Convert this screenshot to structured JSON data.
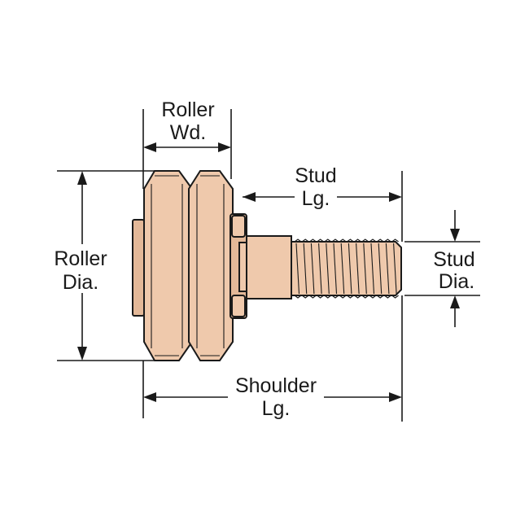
{
  "labels": {
    "roller_width": [
      "Roller",
      "Wd."
    ],
    "roller_diameter": [
      "Roller",
      "Dia."
    ],
    "stud_length": [
      "Stud",
      "Lg."
    ],
    "stud_diameter": [
      "Stud",
      "Dia."
    ],
    "shoulder_length": [
      "Shoulder",
      "Lg."
    ]
  },
  "colors": {
    "part_fill": "#efc9ac",
    "part_shade": "#e3b898",
    "line": "#1a1a1a",
    "background": "#ffffff"
  }
}
